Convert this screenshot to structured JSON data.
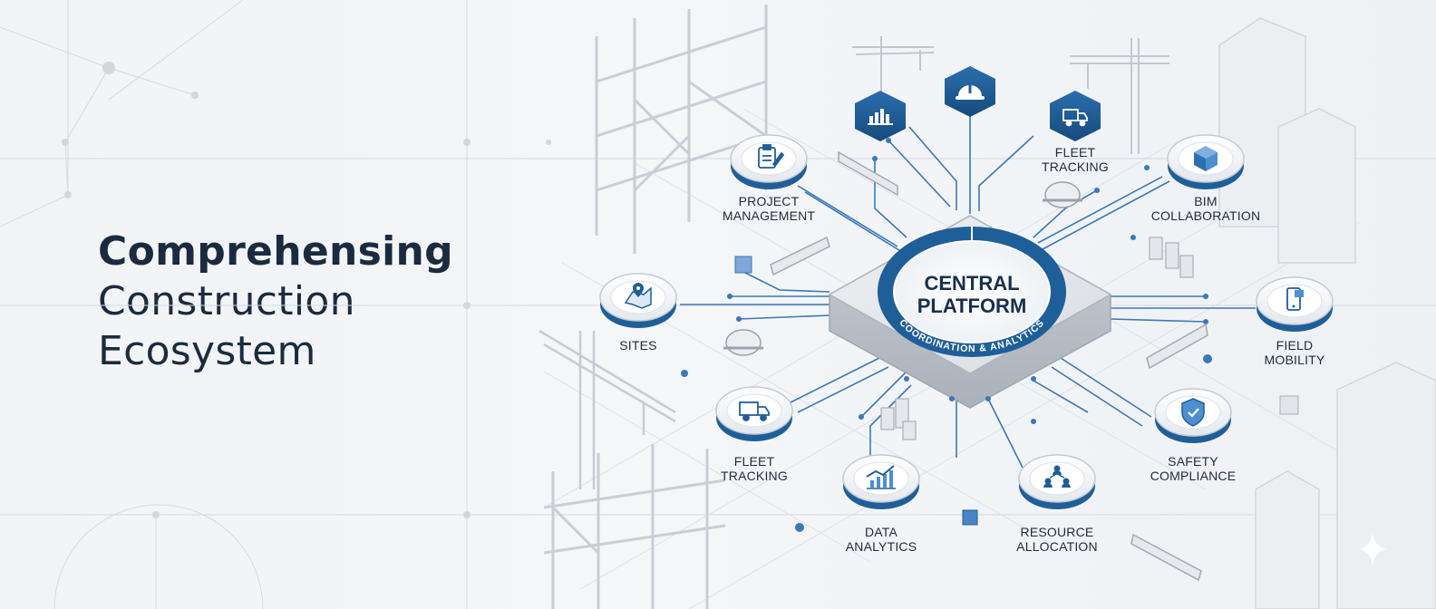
{
  "headline": {
    "line1": "Comprehensing",
    "line2": "Construction",
    "line3": "Ecosystem"
  },
  "center": {
    "title_line1": "CENTRAL",
    "title_line2": "PLATFORM",
    "ring_text": "COORDINATION & ANALYTICS"
  },
  "nodes": {
    "project_management": {
      "line1": "PROJECT",
      "line2": "MANAGEMENT",
      "icon": "clipboard-icon"
    },
    "fleet_tracking_top": {
      "line1": "FLEET",
      "line2": "TRACKING",
      "icon": "truck-icon"
    },
    "bim_collaboration": {
      "line1": "BIM",
      "line2": "COLLABORATION",
      "icon": "cube-icon"
    },
    "sites": {
      "line1": "SITES",
      "icon": "map-pin-icon"
    },
    "field_mobility": {
      "line1": "FIELD",
      "line2": "MOBILITY",
      "icon": "mobile-icon"
    },
    "fleet_tracking_bottom": {
      "line1": "FLEET",
      "line2": "TRACKING",
      "icon": "truck-icon"
    },
    "data_analytics": {
      "line1": "DATA",
      "line2": "ANALYTICS",
      "icon": "chart-icon"
    },
    "resource_allocation": {
      "line1": "RESOURCE",
      "line2": "ALLOCATION",
      "icon": "team-icon"
    },
    "safety_compliance": {
      "line1": "SAFETY",
      "line2": "COMPLIANCE",
      "icon": "shield-check-icon"
    }
  },
  "hex_nodes": [
    {
      "icon": "buildings-chart-icon"
    },
    {
      "icon": "hard-hat-icon"
    },
    {
      "icon": "truck-icon"
    }
  ],
  "colors": {
    "accent": "#1f5f99",
    "dark_navy": "#17324f",
    "headline": "#1b2b3f",
    "line": "#3a78b8",
    "background": "#f1f3f6"
  }
}
